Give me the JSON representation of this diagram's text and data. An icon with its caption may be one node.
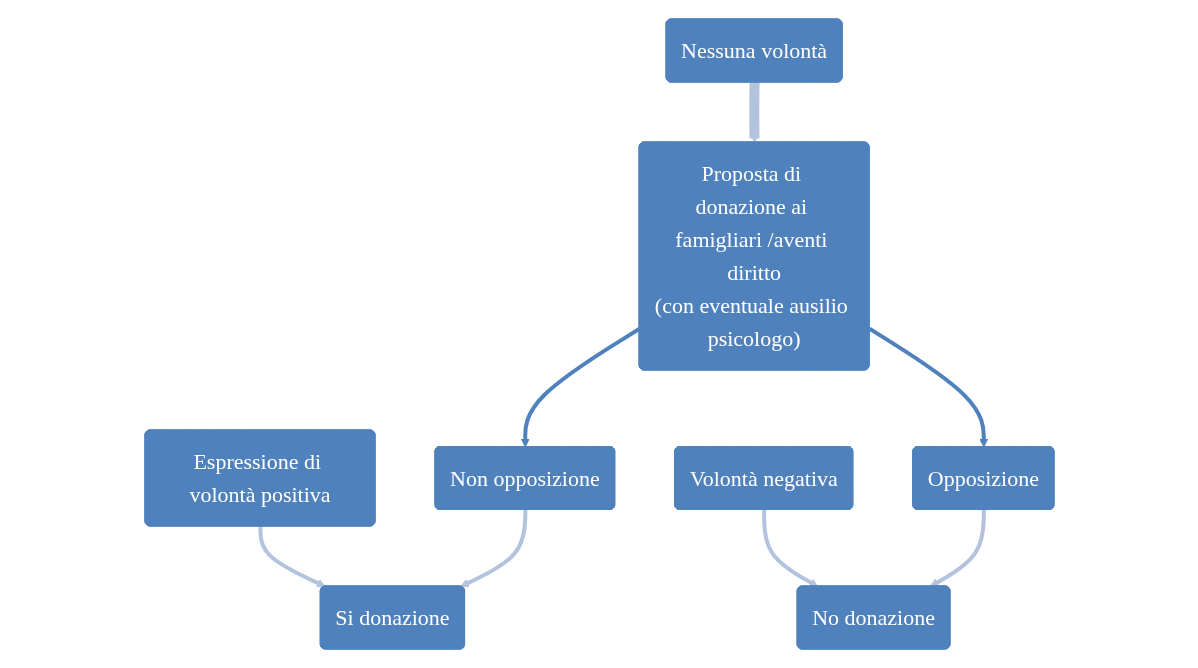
{
  "diagram": {
    "nodes": [
      {
        "text": [
          "Espressione di volontà positiva"
        ]
      },
      {
        "text": [
          "Nessuna volontà"
        ]
      },
      {
        "text": [
          "Volontà negativa"
        ]
      },
      {
        "text": [
          "Si donazione"
        ]
      },
      {
        "text": [
          "No donazione"
        ]
      },
      {
        "text": [
          "Non opposizione"
        ]
      },
      {
        "text": [
          "Proposta di donazione ai famigliari /aventi diritto",
          "(con eventuale ausilio psicologo)"
        ]
      },
      {
        "text": [
          "Opposizione"
        ]
      }
    ],
    "edges": [
      {
        "from": 0,
        "to": 3,
        "arrow": "to"
      },
      {
        "from": 1,
        "to": 6,
        "arrow": "to",
        "style": "thick"
      },
      {
        "from": 2,
        "to": 4,
        "arrow": "to"
      },
      {
        "from": 5,
        "to": 3,
        "arrow": "to"
      },
      {
        "from": 6,
        "to": 5,
        "arrow": "to",
        "color": "#4f81bd"
      },
      {
        "from": 6,
        "to": 7,
        "arrow": "to",
        "color": "#4f81bd"
      },
      {
        "from": 7,
        "to": 4,
        "arrow": "to"
      }
    ]
  }
}
